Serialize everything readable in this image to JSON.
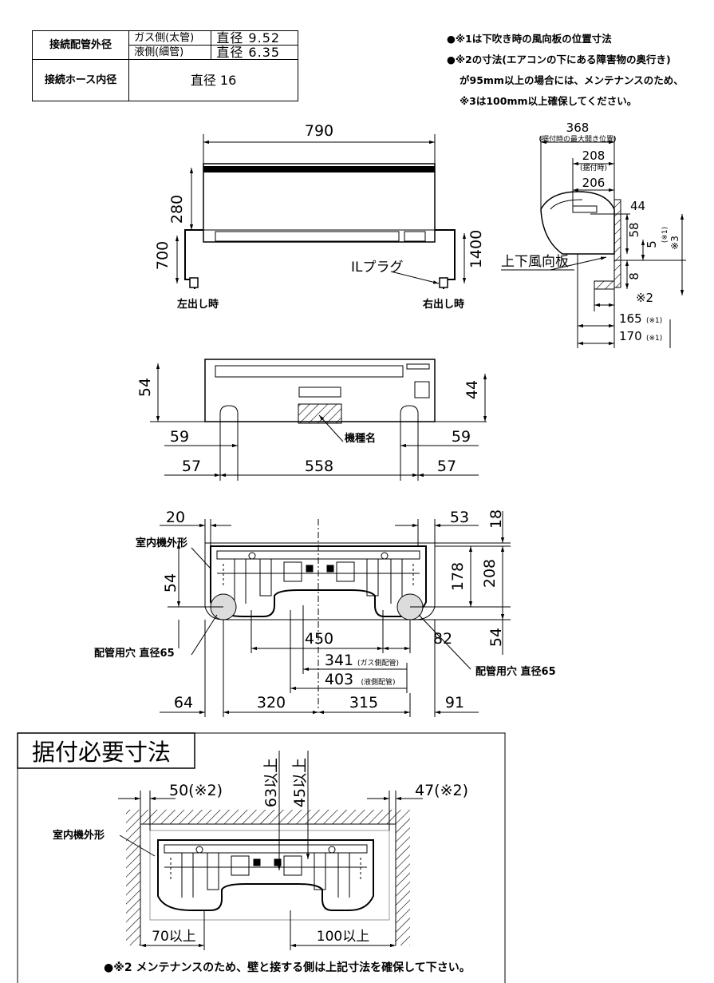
{
  "spec_table": {
    "pipe_header": "接続配管外径",
    "gas_label": "ガス側(太管)",
    "gas_value": "直径 9.52",
    "liquid_label": "液側(細管)",
    "liquid_value": "直径 6.35",
    "hose_header": "接続ホース内径",
    "hose_value": "直径 16"
  },
  "notes": [
    "●※1は下吹き時の風向板の位置寸法",
    "●※2の寸法(エアコンの下にある障害物の奥行き)",
    "が95mm以上の場合には、メンテナンスのため、",
    "※3は100mm以上確保してください。"
  ],
  "front_view": {
    "width": "790",
    "height_body": "280",
    "left_drop": "700",
    "right_drop": "1400",
    "plug_label": "ILプラグ",
    "left_label": "左出し時",
    "right_label": "右出し時"
  },
  "side_view": {
    "d368": "368",
    "d368_note": "(据付時の最大開き位置)",
    "d208": "208",
    "d208_note": "(据付時)",
    "d206": "206",
    "d44": "44",
    "d58": "58",
    "d5": "5",
    "d5_note": "(※1)",
    "d3": "※3",
    "d8": "8",
    "d2": "※2",
    "d165": "165",
    "d165_note": "(※1)",
    "d170": "170",
    "d170_note": "(※1)",
    "vane_label": "上下風向板"
  },
  "bottom_view": {
    "d54": "54",
    "d44": "44",
    "d59l": "59",
    "d59r": "59",
    "d57l": "57",
    "d558": "558",
    "d57r": "57",
    "model_label": "機種名"
  },
  "back_view": {
    "d20": "20",
    "d53": "53",
    "d18": "18",
    "outline_label": "室内機外形",
    "d178": "178",
    "d208": "208",
    "d54a": "54",
    "d54b": "54",
    "d450": "450",
    "d82": "82",
    "d341": "341",
    "d341_note": "(ガス側配管)",
    "d403": "403",
    "d403_note": "(液側配管)",
    "hole_left": "配管用穴 直径65",
    "hole_right": "配管用穴 直径65",
    "d64": "64",
    "d320": "320",
    "d315": "315",
    "d91": "91"
  },
  "install": {
    "title": "据付必要寸法",
    "d50": "50(※2)",
    "d47": "47(※2)",
    "d63": "63以上",
    "d45": "45以上",
    "outline_label": "室内機外形",
    "d70": "70以上",
    "d100": "100以上",
    "footnote": "●※2 メンテナンスのため、壁と接する側は上記寸法を確保して下さい。"
  }
}
